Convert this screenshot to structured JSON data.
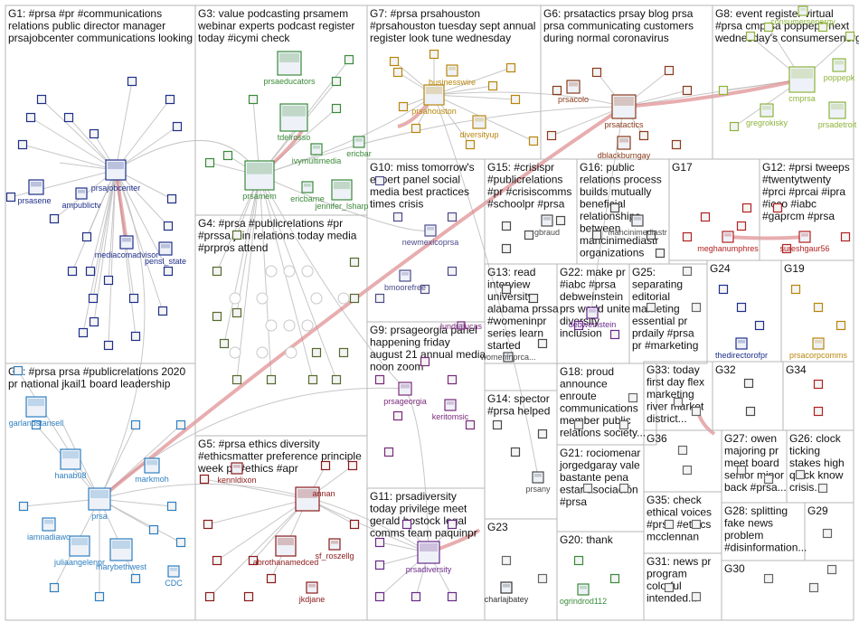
{
  "colors": {
    "box": "#b7b7b7",
    "edge": "#bdbdbd",
    "strong_edge": "#d9777a",
    "G1": "#1f2f8a",
    "G2": "#2f7fc0",
    "G3": "#3a8a3a",
    "G4": "#556b2f",
    "G5": "#8b1a1a",
    "G6": "#8a3a1a",
    "G7": "#b8860b",
    "G8": "#8db33a",
    "G9": "#7a2a7a",
    "G10": "#4a4a8a",
    "G11": "#6a2a8a",
    "G12": "#b22222",
    "G13": "#4a4a4a",
    "G14": "#4a4a4a",
    "G15": "#4a4a4a",
    "G16": "#4a4a4a",
    "G17": "#b22222",
    "G20": "#3a8a3a",
    "G22": "#6a2a8a",
    "G24": "#1f2f8a",
    "G19": "#b8860b",
    "G32": "#4a4a4a",
    "G34": "#b22222"
  },
  "groups": [
    {
      "id": "G1",
      "label": [
        "G1: #prsa #pr #communications",
        "relations public director manager",
        "prsajobcenter communications looking"
      ]
    },
    {
      "id": "G2",
      "label": [
        "G2: #prsa prsa #publicrelations 2020",
        "pr national jkail1 board leadership"
      ]
    },
    {
      "id": "G3",
      "label": [
        "G3: value podcasting prsamem",
        "webinar experts podcast register",
        "today #icymi check"
      ]
    },
    {
      "id": "G4",
      "label": [
        "G4: #prsa #publicrelations #pr",
        "#prssa join relations today media",
        "#prpros attend"
      ]
    },
    {
      "id": "G5",
      "label": [
        "G5: #prsa ethics diversity",
        "#ethicsmatter preference principle",
        "week pr #ethics #apr"
      ]
    },
    {
      "id": "G6",
      "label": [
        "G6: prsatactics prsay blog prsa",
        "prsa communicating customers",
        "during normal coronavirus"
      ]
    },
    {
      "id": "G7",
      "label": [
        "G7: #prsa prsahouston",
        "#prsahouston tuesday sept annual",
        "register look tune wednesday"
      ]
    },
    {
      "id": "G8",
      "label": [
        "G8: event register virtual",
        "#prsa cmprsa poppepk next",
        "wednesday's consumersenergy's working"
      ]
    },
    {
      "id": "G9",
      "label": [
        "G9: prsageorgia panel",
        "happening friday",
        "august 21 annual media",
        "noon zoom"
      ]
    },
    {
      "id": "G10",
      "label": [
        "G10: miss tomorrow's",
        "expert panel social",
        "media best practices",
        "times crisis"
      ]
    },
    {
      "id": "G11",
      "label": [
        "G11: prsadiversity",
        "today privilege meet",
        "gerald bostock legal",
        "comms team paquinpr"
      ]
    },
    {
      "id": "G12",
      "label": [
        "G12: #prsi tweeps",
        "#twentytwenty",
        "#prci #prcai #ipra",
        "#icco #iabc",
        "#gaprcm #prsa"
      ]
    },
    {
      "id": "G13",
      "label": [
        "G13: read",
        "interview",
        "university",
        "alabama prssa",
        "#womeninpr",
        "series learn",
        "started"
      ]
    },
    {
      "id": "G14",
      "label": [
        "G14: spector",
        "#prsa helped"
      ]
    },
    {
      "id": "G15",
      "label": [
        "G15: #crisispr",
        "#publicrelations",
        "#pr #crisiscomms",
        "#schoolpr #prsa"
      ]
    },
    {
      "id": "G16",
      "label": [
        "G16: public",
        "relations process",
        "builds mutually",
        "beneficial",
        "relationships",
        "between",
        "mancinimediastr",
        "organizations"
      ]
    },
    {
      "id": "G17",
      "label": [
        "G17"
      ]
    },
    {
      "id": "G18",
      "label": [
        "G18: proud",
        "announce",
        "enroute",
        "communications",
        "member public",
        "relations society..."
      ]
    },
    {
      "id": "G19",
      "label": [
        "G19"
      ]
    },
    {
      "id": "G20",
      "label": [
        "G20: thank"
      ]
    },
    {
      "id": "G21",
      "label": [
        "G21: rociomenar",
        "jorgedgaray vale",
        "bastante pena",
        "estar asociación",
        "#prsa"
      ]
    },
    {
      "id": "G22",
      "label": [
        "G22: make pr",
        "#iabc #prsa",
        "debweinstein",
        "prs world unite",
        "diversity",
        "inclusion"
      ]
    },
    {
      "id": "G23",
      "label": [
        "G23"
      ]
    },
    {
      "id": "G24",
      "label": [
        "G24"
      ]
    },
    {
      "id": "G25",
      "label": [
        "G25:",
        "separating",
        "editorial",
        "marketing",
        "essential pr",
        "prdaily #prsa",
        "pr #marketing"
      ]
    },
    {
      "id": "G26",
      "label": [
        "G26: clock",
        "ticking",
        "stakes high",
        "quick know",
        "crisis..."
      ]
    },
    {
      "id": "G27",
      "label": [
        "G27: owen",
        "majoring pr",
        "meet board",
        "senior minor",
        "back #prsa..."
      ]
    },
    {
      "id": "G28",
      "label": [
        "G28: splitting",
        "fake news",
        "problem",
        "#disinformation..."
      ]
    },
    {
      "id": "G29",
      "label": [
        "G29"
      ]
    },
    {
      "id": "G30",
      "label": [
        "G30"
      ]
    },
    {
      "id": "G31",
      "label": [
        "G31: news pr",
        "program",
        "colorful",
        "intended..."
      ]
    },
    {
      "id": "G32",
      "label": [
        "G32"
      ]
    },
    {
      "id": "G33",
      "label": [
        "G33: today",
        "first day flex",
        "marketing",
        "river market",
        "district..."
      ]
    },
    {
      "id": "G34",
      "label": [
        "G34"
      ]
    },
    {
      "id": "G35",
      "label": [
        "G35: check",
        "ethical voices",
        "#prsa #ethics",
        "mcclennan"
      ]
    },
    {
      "id": "G36",
      "label": [
        "G36"
      ]
    }
  ],
  "nodes": {
    "prsasene": "prsasene",
    "prsajobcenter": "prsajobcenter",
    "ampublictv": "ampublictv",
    "mediacomadvisor": "mediacomadvisor",
    "pensl_state": "pensl_state",
    "prsaeducators": "prsaeducators",
    "tdelrosso": "tdelrosso",
    "ivymultimedia": "ivymultimedia",
    "ericbar": "ericbar",
    "prsamem": "prsamem",
    "ericbarne": "ericbarne",
    "jennifer_lsharp": "jennifer_lsharp",
    "businesswire": "businesswire",
    "prsahouston": "prsahouston",
    "diversityup": "diversityup",
    "prsacolo": "prsacolo",
    "prsatactics": "prsatactics",
    "dblackburngay": "dblackburngay",
    "consumersenergy": "consumersenergy",
    "poppepk": "poppepk",
    "cmprsa": "cmprsa",
    "gregrokisky": "gregrokisky",
    "prsadetroit": "prsadetroit",
    "newmexicoprsa": "newmexicoprsa",
    "bmoorefree": "bmoorefree",
    "gbraud": "gbraud",
    "mancinimediastr": "mancinimediastr",
    "meghanumphres": "meghanumphres",
    "sureshgaur56": "sureshgaur56",
    "garlandstansell": "garlandstansell",
    "hanab08": "hanab08",
    "markmoh": "markmoh",
    "prsa": "prsa",
    "iamnadiawo": "iamnadiawo",
    "juliaangelenpr": "juliaangelenpr",
    "marybethwest": "marybethwest",
    "cdc": "CDC",
    "kennldixon": "kennldixon",
    "annan": "annan",
    "sf_roszellg": "sf_roszellg",
    "abrothanamedced": "abrothanamedced",
    "jkdjane": "jkdjane",
    "prsageorgia": "prsageorgia",
    "keritomsic": "keritomsic",
    "lundralucas": "lundralucas",
    "debweinstein": "debweinstein",
    "womeninprca": "womeninprca...",
    "prsany": "prsany",
    "prsadiversity": "prsadiversity",
    "charlajbatey": "charlajbatey",
    "ogrindrod112": "ogrindrod112",
    "thedirectorofpr": "thedirectorofpr",
    "prsacorpcomms": "prsacorpcomms"
  }
}
